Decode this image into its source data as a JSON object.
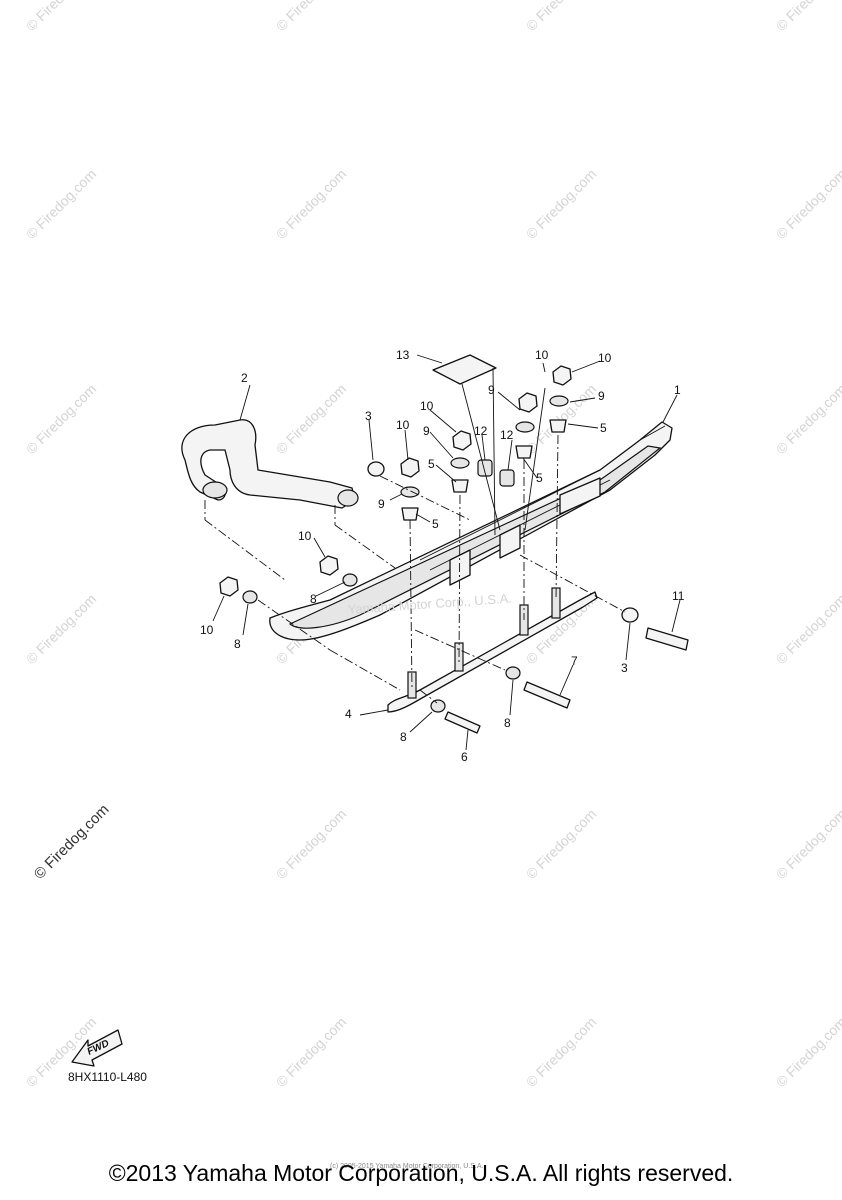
{
  "watermark": {
    "text": "© Firedog.com",
    "prominent_text": "© Firedog.com",
    "diagram_overlay": "Yamaha Motor Corp., U.S.A."
  },
  "callouts": [
    "2",
    "13",
    "10",
    "10",
    "1",
    "9",
    "9",
    "5",
    "3",
    "10",
    "10",
    "9",
    "12",
    "12",
    "5",
    "5",
    "9",
    "5",
    "10",
    "8",
    "10",
    "8",
    "11",
    "3",
    "7",
    "4",
    "8",
    "8",
    "6"
  ],
  "fwd_label": "FWD",
  "doc_code": "8HX1110-L480",
  "copyright": "©2013 Yamaha Motor Corporation, U.S.A. All rights reserved.",
  "fine_print": "(c) 2005-2015 Yamaha Motor Corporation, U.S.A."
}
